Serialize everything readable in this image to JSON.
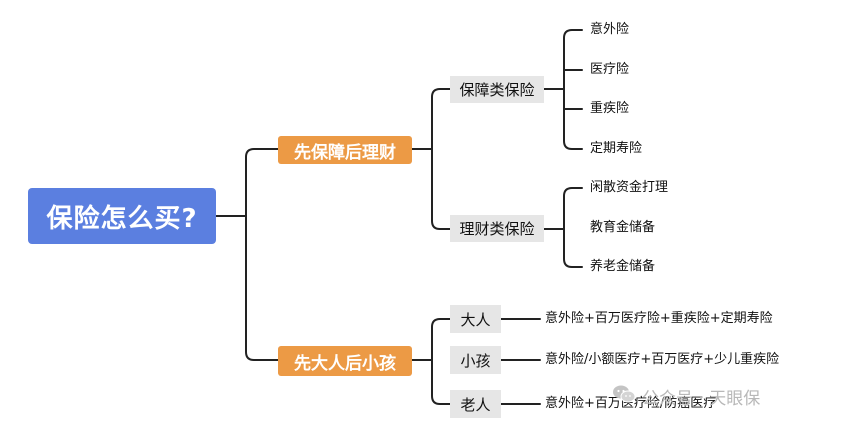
{
  "root": {
    "label": "保险怎么买?"
  },
  "branches": [
    {
      "label": "先保障后理财",
      "children": [
        {
          "label": "保障类保险",
          "items": [
            "意外险",
            "医疗险",
            "重疾险",
            "定期寿险"
          ]
        },
        {
          "label": "理财类保险",
          "items": [
            "闲散资金打理",
            "教育金储备",
            "养老金储备"
          ]
        }
      ]
    },
    {
      "label": "先大人后小孩",
      "children": [
        {
          "label": "大人",
          "detail": "意外险+百万医疗险+重疾险+定期寿险"
        },
        {
          "label": "小孩",
          "detail": "意外险/小额医疗+百万医疗+少儿重疾险"
        },
        {
          "label": "老人",
          "detail": "意外险+百万医疗险/防癌医疗"
        }
      ]
    }
  ],
  "watermark": {
    "text": "公众号 · 天眼保",
    "icon": "wechat-icon"
  },
  "colors": {
    "root": "#5b7fe0",
    "branch": "#ec9a45",
    "sub": "#e6e6e6",
    "line": "#222222"
  }
}
